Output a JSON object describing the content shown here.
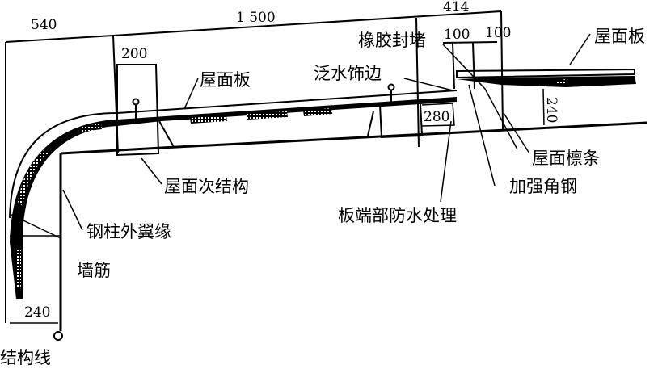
{
  "dimensions": {
    "d540": "540",
    "d1500": "1 500",
    "d414": "414",
    "d200": "200",
    "d100a": "100",
    "d100b": "100",
    "d280": "280",
    "d240_right": "240",
    "d240_bottom": "240"
  },
  "labels": {
    "roof_panel_left": "屋面板",
    "roof_panel_right": "屋面板",
    "roof_secondary_structure": "屋面次结构",
    "flashing_trim": "泛水饰边",
    "rubber_seal": "橡胶封堵",
    "roof_purlin": "屋面檩条",
    "reinforcing_angle": "加强角钢",
    "panel_end_waterproofing": "板端部防水处理",
    "column_outer_flange": "钢柱外翼缘",
    "wall_girt": "墙筋",
    "structure_line": "结构线"
  }
}
